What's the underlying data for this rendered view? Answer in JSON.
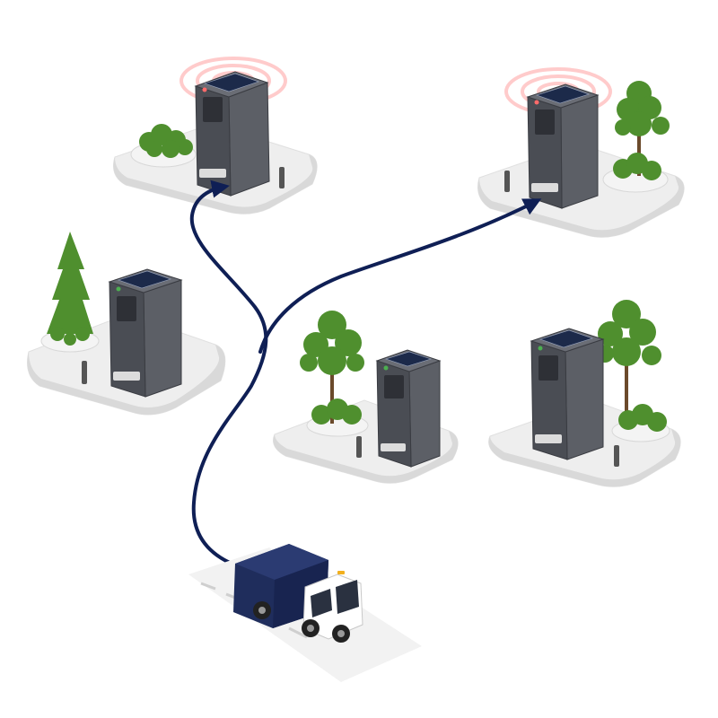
{
  "scene": {
    "background": "#ffffff",
    "route_color": "#0f1f55",
    "bin_color": "#4a4d54",
    "panel_color": "#1c2a4a",
    "truck_body_color": "#1f2d5c",
    "truck_cab_color": "#ffffff",
    "platform_color": "#eeeeee",
    "foliage_color": "#4f8f2e",
    "full_signal_color": "#ff6b6b",
    "ok_indicator_color": "#4caf50"
  },
  "bins": [
    {
      "id": "bin-top-left",
      "status": "full",
      "signal": true,
      "decor": "shrub-left",
      "on_route": true
    },
    {
      "id": "bin-top-right",
      "status": "full",
      "signal": true,
      "decor": "tree-right",
      "on_route": true
    },
    {
      "id": "bin-middle-left",
      "status": "ok",
      "signal": false,
      "decor": "conifer-left",
      "on_route": false
    },
    {
      "id": "bin-center",
      "status": "ok",
      "signal": false,
      "decor": "tree-left",
      "on_route": false
    },
    {
      "id": "bin-middle-right",
      "status": "ok",
      "signal": false,
      "decor": "tree-right",
      "on_route": false
    }
  ],
  "truck": {
    "type": "garbage-truck",
    "icon": "truck-icon"
  },
  "route": {
    "from": "truck",
    "to": [
      "bin-top-left",
      "bin-top-right"
    ]
  }
}
